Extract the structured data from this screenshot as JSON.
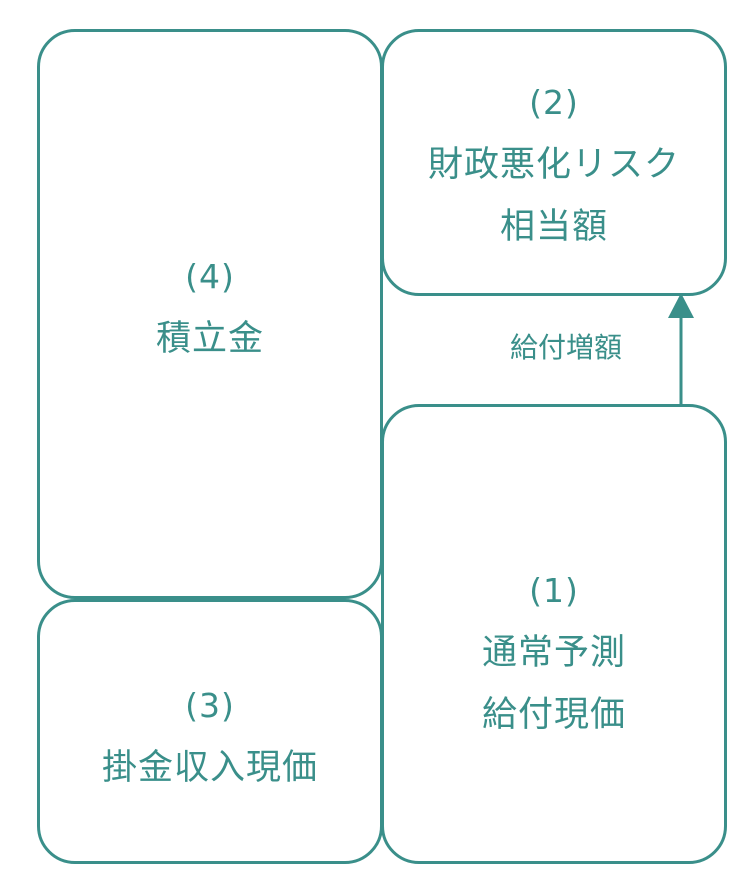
{
  "boxes": {
    "box1": {
      "number": "(1)",
      "line1": "通常予測",
      "line2": "給付現価"
    },
    "box2": {
      "number": "(2)",
      "line1": "財政悪化リスク",
      "line2": "相当額"
    },
    "box3": {
      "number": "(3)",
      "line1": "掛金収入現価"
    },
    "box4": {
      "number": "(4)",
      "line1": "積立金"
    }
  },
  "arrow": {
    "label": "給付増額"
  },
  "colors": {
    "accent": "#3a8f8a",
    "background": "#ffffff"
  }
}
